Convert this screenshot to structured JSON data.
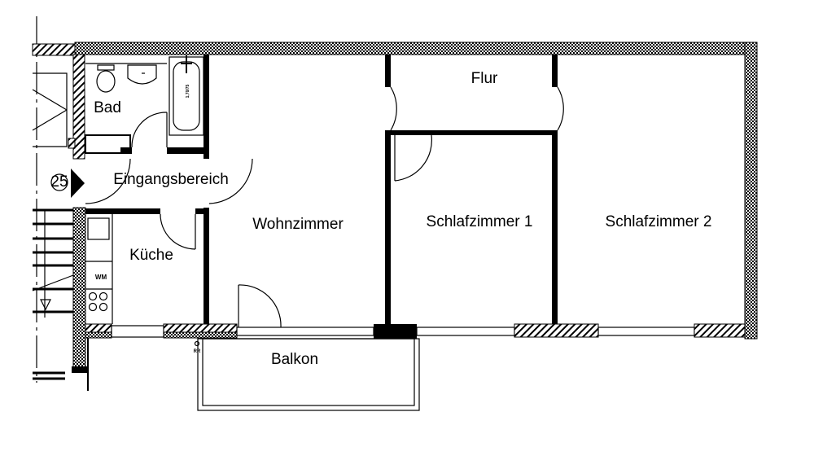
{
  "rooms": {
    "bad": "Bad",
    "eingang": "Eingangsbereich",
    "kueche": "Küche",
    "wohnzimmer": "Wohnzimmer",
    "flur": "Flur",
    "schlafzimmer1": "Schlafzimmer 1",
    "schlafzimmer2": "Schlafzimmer 2",
    "balkon": "Balkon"
  },
  "annotations": {
    "apartment_number": "25",
    "washing_machine": "WM",
    "rr": "RR",
    "bathtub_size": "1,70/75"
  }
}
